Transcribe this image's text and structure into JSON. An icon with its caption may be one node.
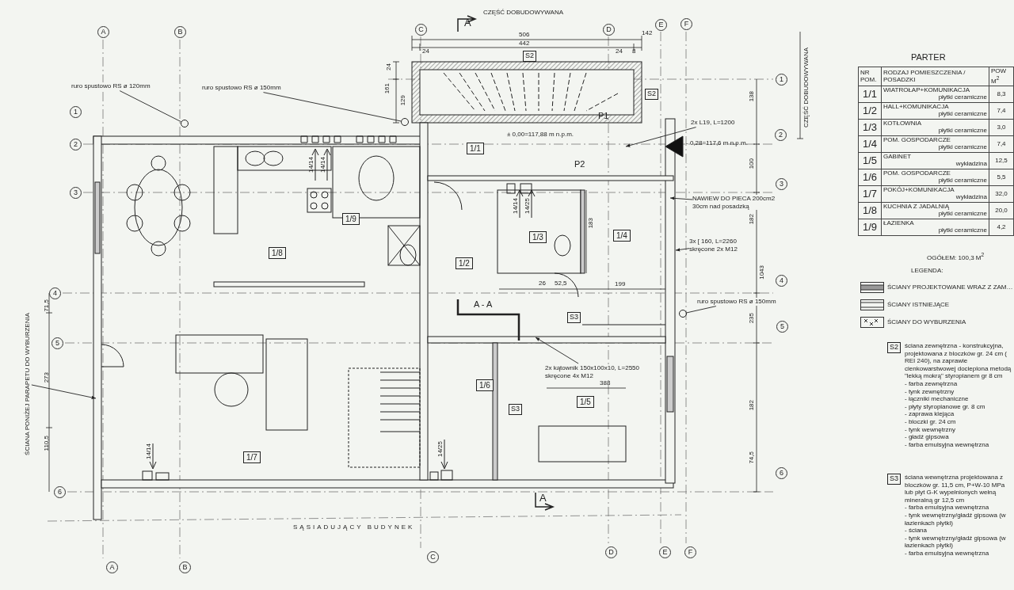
{
  "diagram": {
    "nodes": [
      {
        "text": [
          "1/1"
        ]
      },
      {
        "text": [
          "1/2"
        ]
      },
      {
        "text": [
          "1/3"
        ]
      },
      {
        "text": [
          "1/4"
        ]
      },
      {
        "text": [
          "1/5"
        ]
      },
      {
        "text": [
          "1/6"
        ]
      },
      {
        "text": [
          "1/7"
        ]
      },
      {
        "text": [
          "1/8"
        ]
      },
      {
        "text": [
          "1/9"
        ]
      },
      {
        "text": [
          "S2"
        ]
      },
      {
        "text": [
          "S2"
        ]
      },
      {
        "text": [
          "S3"
        ]
      },
      {
        "text": [
          "S3"
        ]
      },
      {
        "text": [
          "S2"
        ],
        "beside": [
          "ściana zewnętrzna - konstrukcyjna, projektowana z bloczków gr. 24 cm ( REI 240), na zaprawie cienkowarstwowej docieplona metodą \"lekką mokrą\" styropianem gr 8 cm",
          "- farba zewnętrzna",
          "- tynk zewnętrzny",
          "- łączniki mechaniczne",
          "- płyty styropianowe gr. 8 cm",
          "- zaprawa klejąca",
          "- bloczki gr. 24 cm",
          "- tynk wewnętrzny",
          "- gładź gipsowa",
          "- farba emulsyjna wewnętrzna"
        ]
      },
      {
        "text": [
          "S3"
        ],
        "beside": [
          "ściana wewnętrzna projektowana z bloczków gr. 11,5 cm, P+W-10 MPa lub płyt G-K wypełnionych wełną mineralną gr 12,5 cm",
          "- farba emulsyjna wewnętrzna",
          "- tynk wewnętrzny/gładź gipsowa (w łazienkach płytki)",
          "- ściana",
          "- tynk wewnętrzny/gładź gipsowa (w łazienkach płytki)",
          "- farba emulsyjna wewnętrzna"
        ]
      },
      {
        "text": [
          "A"
        ]
      },
      {
        "text": [
          "B"
        ]
      },
      {
        "text": [
          "C"
        ]
      },
      {
        "text": [
          "D"
        ]
      },
      {
        "text": [
          "E"
        ]
      },
      {
        "text": [
          "F"
        ]
      },
      {
        "text": [
          "A"
        ]
      },
      {
        "text": [
          "B"
        ]
      },
      {
        "text": [
          "C"
        ]
      },
      {
        "text": [
          "D"
        ]
      },
      {
        "text": [
          "E"
        ]
      },
      {
        "text": [
          "F"
        ]
      },
      {
        "text": [
          "1"
        ]
      },
      {
        "text": [
          "2"
        ]
      },
      {
        "text": [
          "3"
        ]
      },
      {
        "text": [
          "4"
        ]
      },
      {
        "text": [
          "5"
        ]
      },
      {
        "text": [
          "6"
        ]
      },
      {
        "text": [
          "1"
        ]
      },
      {
        "text": [
          "2"
        ]
      },
      {
        "text": [
          "3"
        ]
      },
      {
        "text": [
          "4"
        ]
      },
      {
        "text": [
          "5"
        ]
      },
      {
        "text": [
          "6"
        ]
      },
      {
        "text": [
          "ruro spustowo RS ø 120mm"
        ]
      },
      {
        "text": [],
        "shape": "circle"
      },
      {
        "text": [
          "ruro spustowo RS ø 150mm"
        ]
      },
      {
        "text": [],
        "shape": "circle"
      },
      {
        "text": [
          "2x L19, L=1200"
        ]
      },
      {
        "text": [
          "NAWIEW DO PIECA 200cm2",
          "30cm nad posadzką"
        ]
      },
      {
        "text": [
          "3x [ 160, L=2260",
          "skręcone 2x M12"
        ]
      },
      {
        "text": [
          "ruro spustowo RS ø 150mm"
        ]
      },
      {
        "text": [],
        "shape": "circle"
      },
      {
        "text": [
          "2x kątownik 150x100x10, L=2550",
          "skręcone 4x M12"
        ]
      },
      {
        "text": [
          "ŚCIANA PONIŻEJ PARAPETU DO WYBURZENIA"
        ]
      }
    ],
    "edges": [
      {
        "from": 39,
        "to": 40,
        "arrow": "none"
      },
      {
        "from": 41,
        "to": 42,
        "arrow": "none"
      },
      {
        "from": 43,
        "to": null,
        "arrow": "to"
      },
      {
        "from": 44,
        "to": null,
        "arrow": "to"
      },
      {
        "from": 45,
        "to": null,
        "arrow": "to"
      },
      {
        "from": 46,
        "to": 47,
        "arrow": "none"
      },
      {
        "from": 48,
        "to": null,
        "arrow": "to"
      },
      {
        "from": 49,
        "to": null,
        "arrow": "to"
      }
    ],
    "labels": [
      "CZĘŚĆ DOBUDOWYWANA",
      "A",
      "506",
      "142",
      "442",
      "24",
      "24",
      "8",
      "24",
      "161",
      "129",
      "P1",
      "± 0,00=117,88 m n.p.m.",
      "- 0,28=117,6 m n.p.m.",
      "P2",
      "CZĘŚĆ DOBUDOWYWANA",
      "138",
      "100",
      "182",
      "1043",
      "235",
      "182",
      "74,5",
      "14/14",
      "14/14",
      "14/14",
      "14/25",
      "183",
      "26",
      "52,5",
      "199",
      "A - A",
      "388",
      "71,5",
      "273",
      "110,5",
      "14/14",
      "14/25",
      "A",
      "SĄSIADUJĄCY BUDYNEK",
      "PARTER",
      "NR POM.",
      "RODZAJ POMIESZCZENIA / POSADZKI",
      "POW M$^{2}$",
      "1/1",
      "WIATROŁAP+KOMUNIKACJA",
      "płytki ceramiczne",
      "8,3",
      "1/2",
      "HALL+KOMUNIKACJA",
      "płytki ceramiczne",
      "7,4",
      "1/3",
      "KOTŁOWNIA",
      "płytki ceramiczne",
      "3,0",
      "1/4",
      "POM. GOSPODARCZE",
      "płytki ceramiczne",
      "7,4",
      "1/5",
      "GABINET",
      "wykładzina",
      "12,5",
      "1/6",
      "POM. GOSPODARCZE",
      "płytki ceramiczne",
      "5,5",
      "1/7",
      "POKÓJ+KOMUNIKACJA",
      "wykładzina",
      "32,0",
      "1/8",
      "KUCHNIA Z JADALNIĄ",
      "płytki ceramiczne",
      "20,0",
      "1/9",
      "ŁAZIENKA",
      "płytki ceramiczne",
      "4,2",
      "OGÓŁEM: 100,3 M$^{2}$",
      "LEGENDA:"
    ],
    "legend": [
      {
        "text": "ŚCIANY PROJEKTOWANE WRAZ Z ZAM…"
      },
      {
        "text": "ŚCIANY ISTNIEJĄCE"
      },
      {
        "text": "ŚCIANY DO WYBURZENIA"
      }
    ]
  }
}
